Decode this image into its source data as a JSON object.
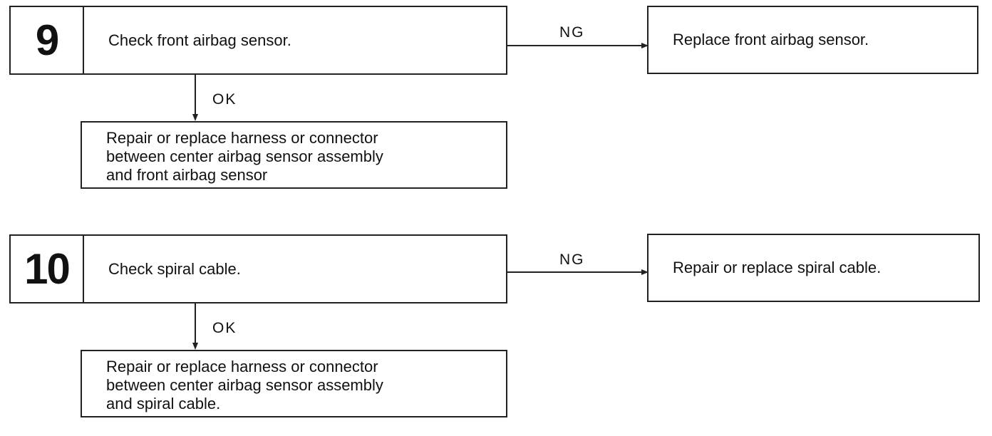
{
  "steps": [
    {
      "number": "9",
      "check": "Check front airbag sensor.",
      "ng_label": "NG",
      "ng_result": "Replace front airbag sensor.",
      "ok_label": "OK",
      "ok_action": [
        "Repair or replace harness or connector",
        "between center airbag sensor assembly",
        "and front airbag sensor"
      ]
    },
    {
      "number": "10",
      "check": "Check spiral cable.",
      "ng_label": "NG",
      "ng_result": "Repair or replace spiral cable.",
      "ok_label": "OK",
      "ok_action": [
        "Repair or replace harness or connector",
        "between center airbag sensor assembly",
        "and spiral cable."
      ]
    }
  ]
}
